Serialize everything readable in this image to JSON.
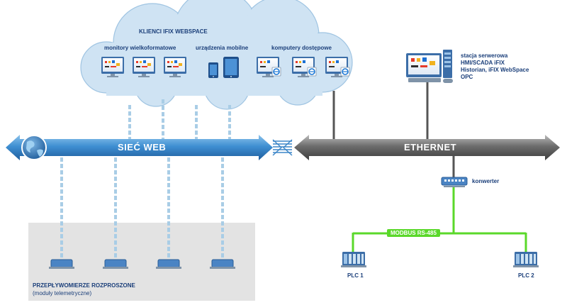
{
  "cloud": {
    "title": "KLIENCI IFIX WEBSPACE",
    "group_monitors": "monitory wielkoformatowe",
    "group_mobile": "urządzenia mobilne",
    "group_computers": "komputery dostępowe"
  },
  "server": {
    "lines": [
      "stacja serwerowa",
      "HMI/SCADA iFIX",
      "Historian, iFIX WebSpace",
      "OPC"
    ]
  },
  "buses": {
    "web": "SIEĆ WEB",
    "ethernet": "ETHERNET"
  },
  "converter": {
    "label": "konwerter"
  },
  "modbus": {
    "label": "MODBUS RS-485"
  },
  "plc": {
    "left": "PLC 1",
    "right": "PLC 2"
  },
  "sensors": {
    "title": "PRZEPŁYWOMIERZE ROZPROSZONE",
    "subtitle": "(moduły telemetryczne)"
  },
  "colors": {
    "web_bus": "#3c86c8",
    "ethernet_bus": "#6e6e6e",
    "cloud": "#cfe3f3",
    "modbus": "#5ad82a",
    "link_dashed": "#a9cde6",
    "text": "#1b3f7a"
  }
}
